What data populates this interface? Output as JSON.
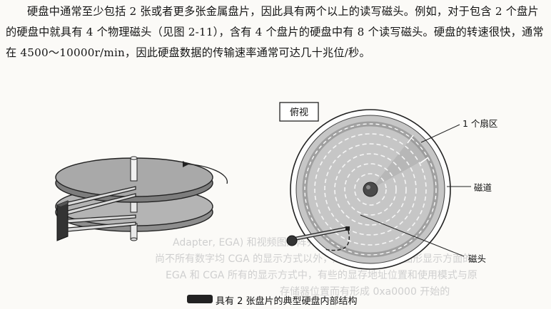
{
  "document": {
    "paragraph": "硬盘中通常至少包括 2 张或者更多张金属盘片，因此具有两个以上的读写磁头。例如，对于包含 2 个盘片的硬盘中就具有 4 个物理磁头（见图 2-11），含有 4 个盘片的硬盘中有 8 个读写磁头。硬盘的转速很快，通常在 4500～10000r/min，因此硬盘数据的传输速率通常可达几十兆位/秒。"
  },
  "figure": {
    "top_view_label": "俯视",
    "sector_label": "1 个扇区",
    "track_label": "磁道",
    "head_label": "磁头",
    "caption": "具有 2 张盘片的典型硬盘内部结构"
  },
  "bleed_through": {
    "line1": "Adapter, EGA) 和视频图形阵列 (Video Graphics",
    "line2": "尚不所有数字均 CGA 的显示方式以外，还支持其他任何图形显示方面的",
    "line3": "EGA 和 CGA 所有的显示方式中，有些的显存地址位置和使用模式与原",
    "line4": "存储器位置而有形成 0xa0000 开始的"
  }
}
